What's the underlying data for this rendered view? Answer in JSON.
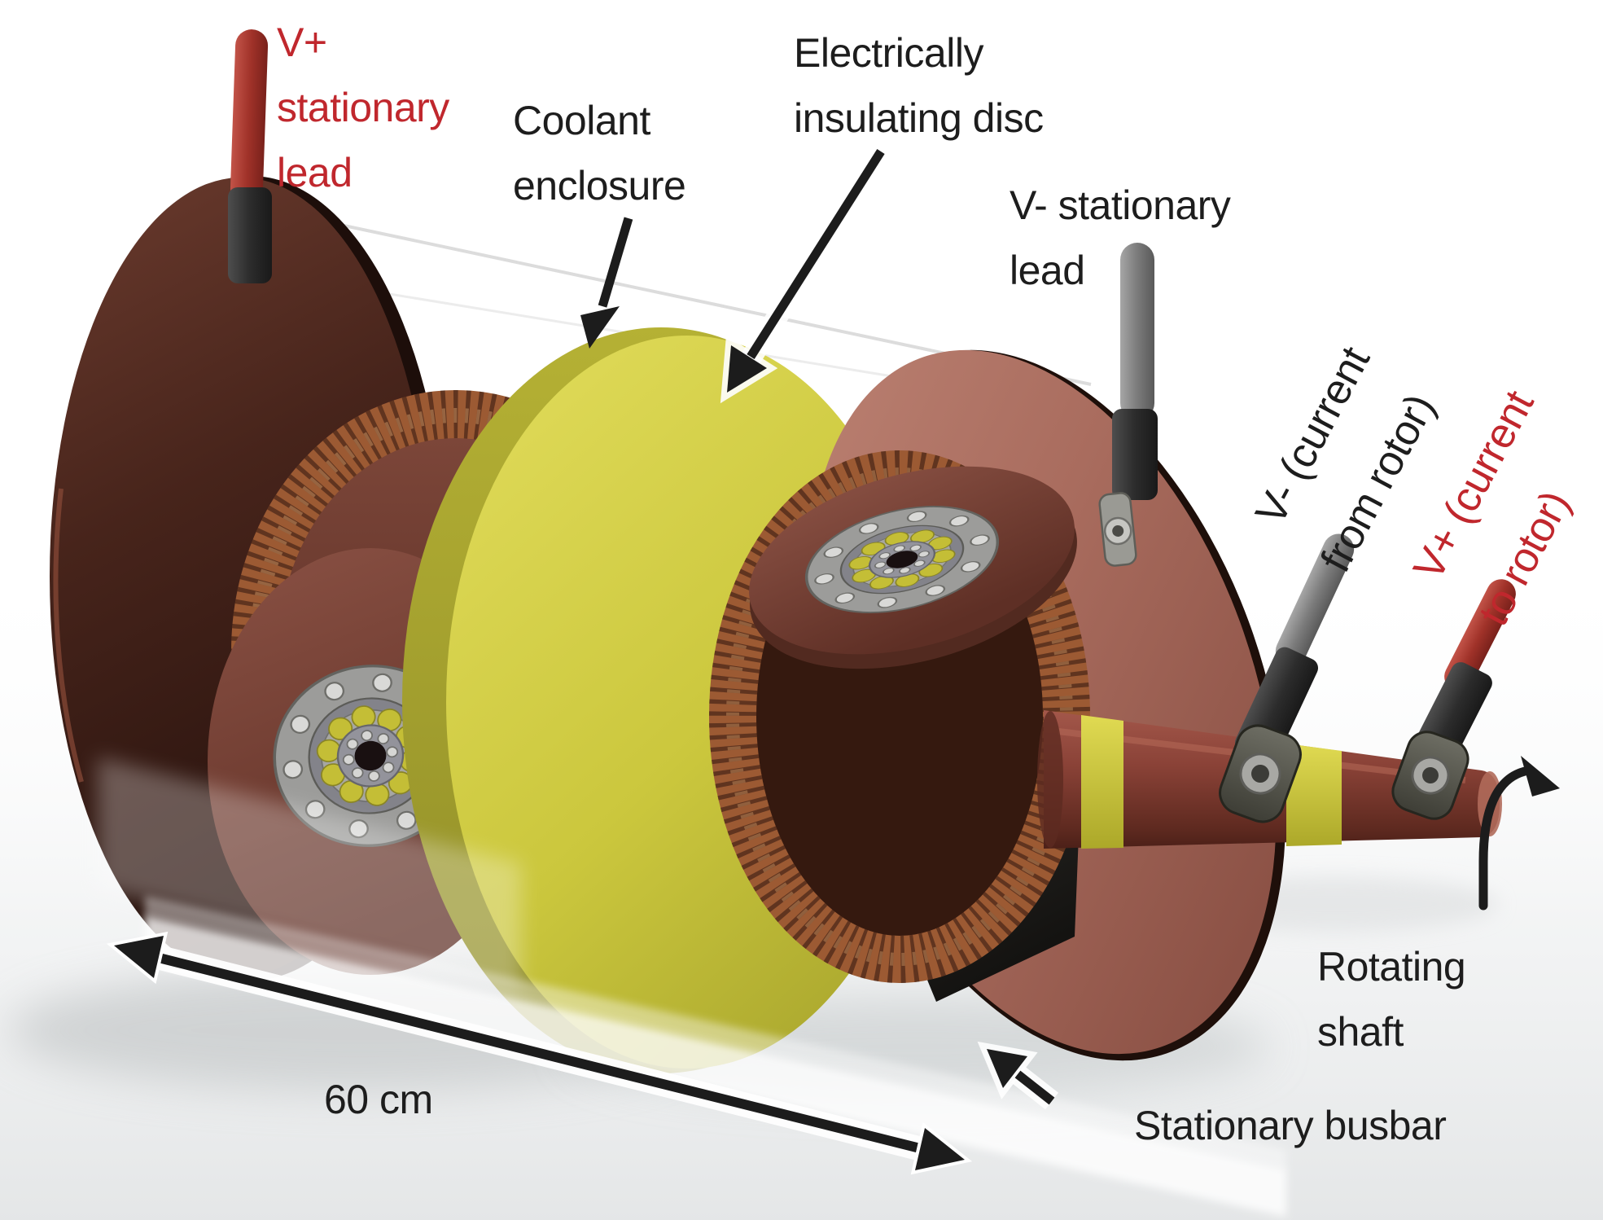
{
  "figure": {
    "type": "annotated 3d cutaway render of a liquid-cooled rotating electrical machine",
    "length_dimension": "60 cm"
  },
  "labels": {
    "v_plus_stationary": {
      "lines": [
        "V+",
        "stationary",
        "lead"
      ],
      "color": "#c0272d"
    },
    "coolant_enclosure": {
      "lines": [
        "Coolant",
        "enclosure"
      ],
      "color": "#1d1d1d"
    },
    "insulating_disc": {
      "lines": [
        "Electrically",
        "insulating disc"
      ],
      "color": "#1d1d1d"
    },
    "v_minus_stationary": {
      "lines": [
        "V- stationary",
        "lead"
      ],
      "color": "#1d1d1d"
    },
    "v_minus_rotor": {
      "lines": [
        "V- (current",
        "from rotor)"
      ],
      "color": "#1d1d1d"
    },
    "v_plus_rotor": {
      "lines": [
        "V+ (current",
        "to rotor)"
      ],
      "color": "#c0272d"
    },
    "rotating_shaft": {
      "lines": [
        "Rotating",
        "shaft"
      ],
      "color": "#1d1d1d"
    },
    "stationary_busbar": {
      "text": "Stationary busbar",
      "color": "#1d1d1d"
    },
    "dimension": {
      "text": "60 cm",
      "color": "#1d1d1d"
    }
  },
  "parts": {
    "left_stationary_busbar_disc_color": "#4a251c",
    "right_stationary_busbar_disc_color": "#a96c5e",
    "insulating_disc_color": "#cbc73d",
    "copper_coil_color": "#9c5a33",
    "rotating_shaft_color": "#8a4237",
    "shaft_insulating_ring_color": "#cfc93b",
    "positive_lead_color": "#a93a33",
    "negative_lead_color": "#7b7b7b",
    "lead_sleeve_color": "#2c2c2c",
    "bearing_ball_color": "#c4be36",
    "annotation_color": "#1c1c1c"
  }
}
